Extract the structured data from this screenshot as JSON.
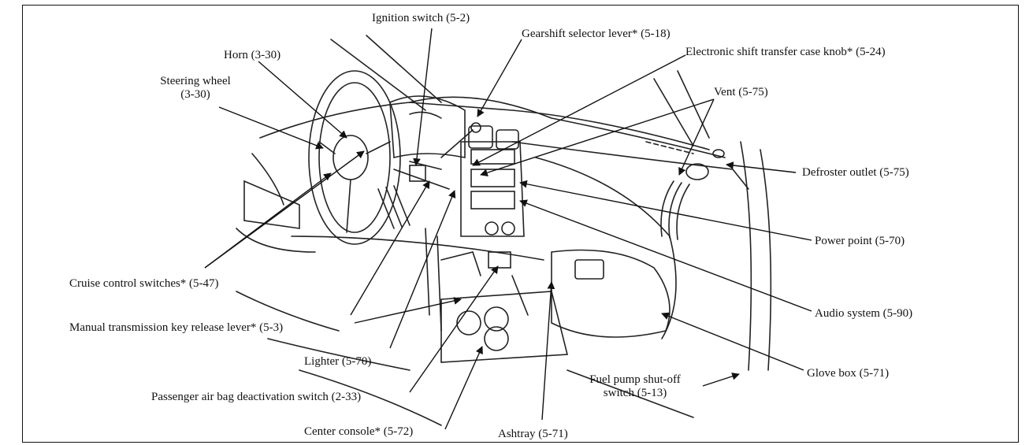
{
  "labels": {
    "ignition_switch": "Ignition switch (5-2)",
    "gearshift": "Gearshift selector lever* (5-18)",
    "transfer_case": "Electronic shift transfer case knob* (5-24)",
    "horn": "Horn (3-30)",
    "steering_wheel_l1": "Steering wheel",
    "steering_wheel_l2": "(3-30)",
    "vent": "Vent (5-75)",
    "defroster": "Defroster outlet (5-75)",
    "power_point": "Power point (5-70)",
    "cruise_control": "Cruise control switches* (5-47)",
    "manual_key_release": "Manual transmission key release lever* (5-3)",
    "audio_system": "Audio system (5-90)",
    "lighter": "Lighter (5-70)",
    "glove_box": "Glove box (5-71)",
    "fuel_pump_l1": "Fuel pump shut-off",
    "fuel_pump_l2": "switch (5-13)",
    "air_bag": "Passenger air bag deactivation switch (2-33)",
    "center_console": "Center console* (5-72)",
    "ashtray": "Ashtray (5-71)"
  }
}
